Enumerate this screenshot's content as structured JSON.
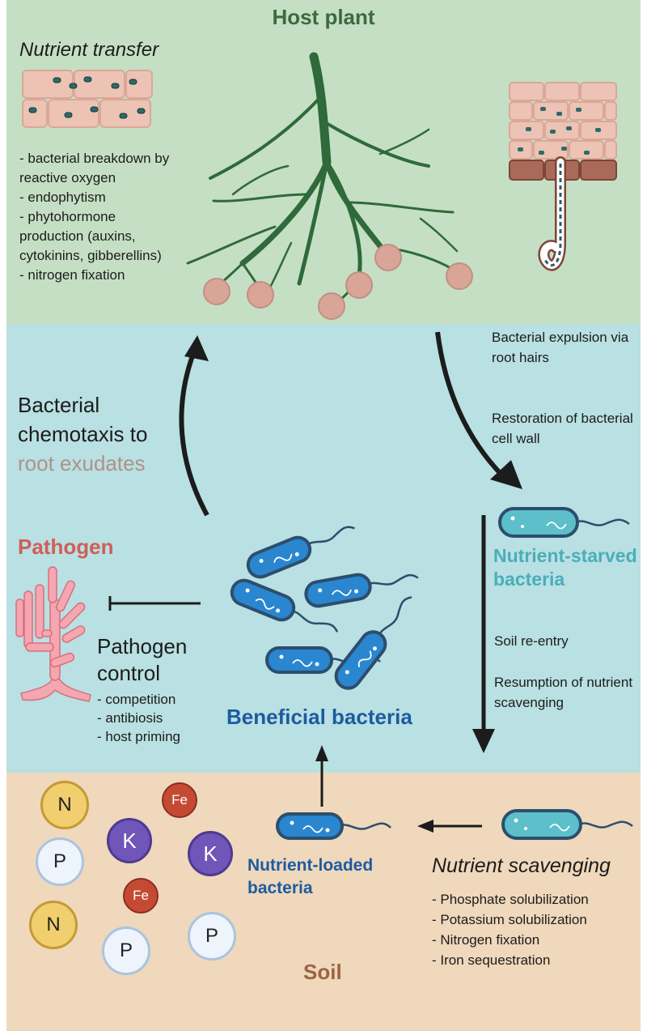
{
  "host_plant": {
    "title": "Host plant",
    "nutrient_transfer_title": "Nutrient transfer",
    "nutrient_transfer_items": [
      "- bacterial breakdown by",
      "reactive oxygen",
      "- endophytism",
      "- phytohormone",
      "production (auxins,",
      "cytokinins, gibberellins)",
      "- nitrogen fixation"
    ]
  },
  "middle": {
    "expulsion_text": "Bacterial expulsion via root hairs",
    "restoration_text": "Restoration of bacterial cell wall",
    "chemotaxis_line1": "Bacterial",
    "chemotaxis_line2": "chemotaxis to",
    "chemotaxis_line3": "root exudates",
    "pathogen_label": "Pathogen",
    "starved_line1": "Nutrient-starved",
    "starved_line2": "bacteria",
    "soil_reentry": "Soil re-entry",
    "resumption": "Resumption of nutrient scavenging",
    "pathogen_control_line1": "Pathogen",
    "pathogen_control_line2": "control",
    "pathogen_control_items": [
      "- competition",
      "- antibiosis",
      "- host priming"
    ],
    "beneficial_label": "Beneficial bacteria"
  },
  "soil": {
    "label": "Soil",
    "loaded_line1": "Nutrient-loaded",
    "loaded_line2": "bacteria",
    "scavenging_title": "Nutrient scavenging",
    "scavenging_items": [
      "- Phosphate solubilization",
      "- Potassium solubilization",
      "- Nitrogen fixation",
      "- Iron sequestration"
    ],
    "nutrients": [
      "N",
      "Fe",
      "P",
      "K",
      "K",
      "Fe",
      "N",
      "P",
      "P"
    ]
  },
  "colors": {
    "host_zone": "#c5dfc4",
    "middle_zone": "#b9e0e2",
    "soil_zone": "#efd8bb",
    "root": "#2f6a3a",
    "beneficial": "#2a86cf",
    "starved": "#5cbfca",
    "pathogen": "#ee9ba3"
  }
}
